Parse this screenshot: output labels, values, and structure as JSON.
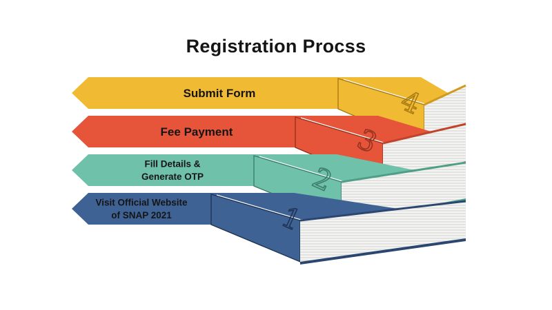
{
  "title": "Registration Procss",
  "steps": [
    {
      "number": "1",
      "lines": [
        "Visit Official Website",
        "of SNAP 2021"
      ],
      "colors": {
        "main": "#3f6294",
        "dark": "#2b4670",
        "edge": "#1f3454"
      }
    },
    {
      "number": "2",
      "lines": [
        "Fill Details &",
        "Generate OTP"
      ],
      "colors": {
        "main": "#6fc1a9",
        "dark": "#4f9e87",
        "edge": "#3c7d6a"
      }
    },
    {
      "number": "3",
      "lines": [
        "Fee Payment"
      ],
      "colors": {
        "main": "#e6553a",
        "dark": "#c0432c",
        "edge": "#96331f"
      }
    },
    {
      "number": "4",
      "lines": [
        "Submit Form"
      ],
      "colors": {
        "main": "#f1ba33",
        "dark": "#cf9a1f",
        "edge": "#a87a14"
      }
    }
  ]
}
